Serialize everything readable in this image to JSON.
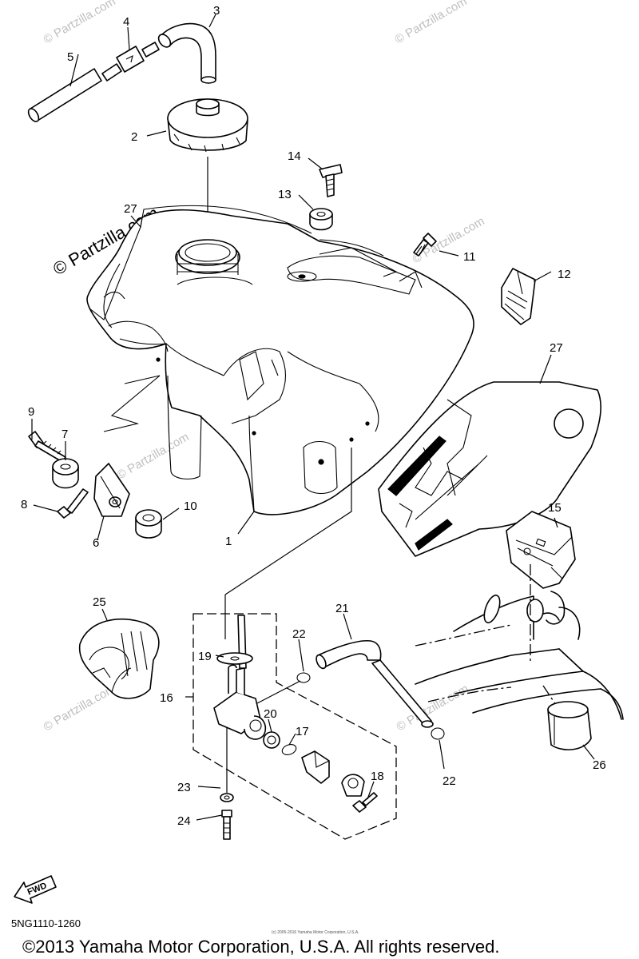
{
  "callouts": [
    "1",
    "2",
    "3",
    "4",
    "5",
    "6",
    "7",
    "8",
    "9",
    "10",
    "11",
    "12",
    "13",
    "14",
    "15",
    "16",
    "17",
    "18",
    "19",
    "20",
    "21",
    "22",
    "23",
    "24",
    "25",
    "26",
    "27"
  ],
  "watermark": "© Partzilla.com",
  "diagram_code": "5NG1110-1260",
  "fwd_label": "FWD",
  "small_print": "(c) 2005-2016 Yamaha Motor Corporation, U.S.A.",
  "copyright": "©2013 Yamaha Motor Corporation, U.S.A. All rights reserved."
}
